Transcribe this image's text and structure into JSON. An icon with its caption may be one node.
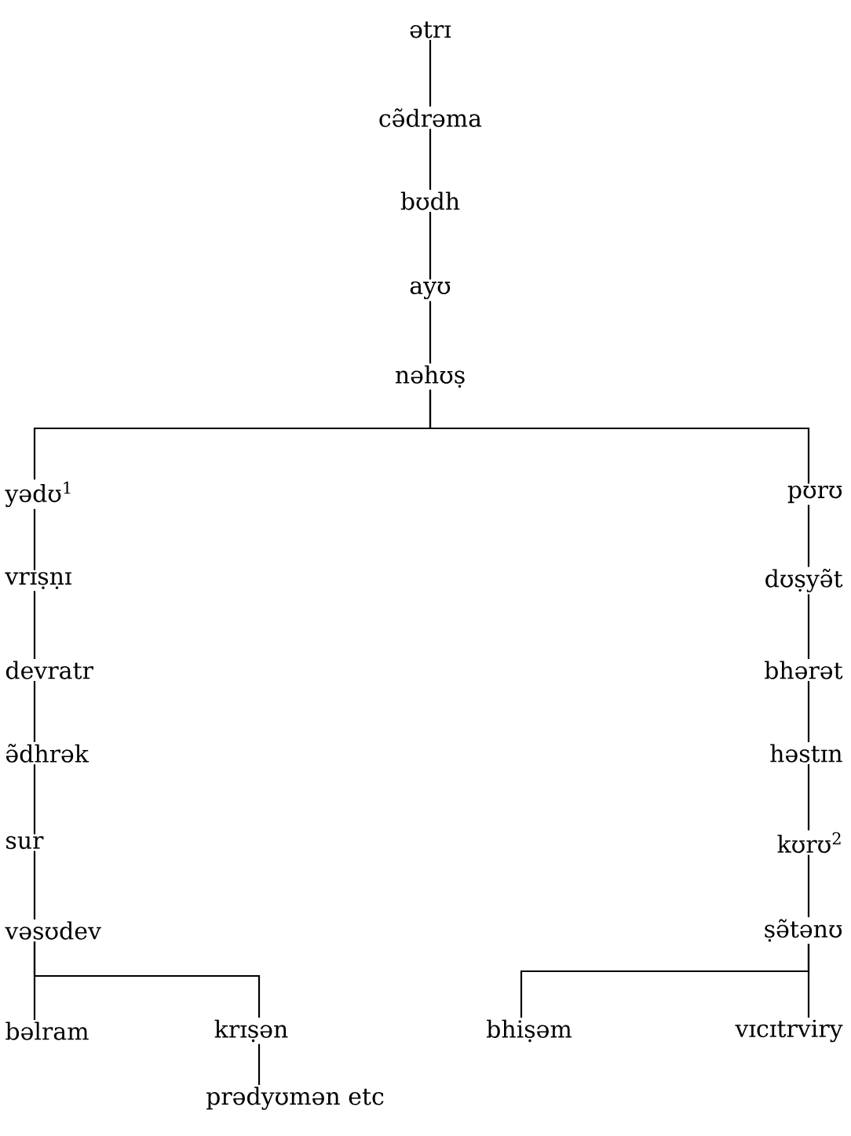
{
  "diagram": {
    "nodes": [
      {
        "text": [
          "ətrɪ"
        ]
      },
      {
        "text": [
          "cə̃drəma"
        ]
      },
      {
        "text": [
          "bʊdh"
        ]
      },
      {
        "text": [
          "ayʊ"
        ]
      },
      {
        "text": [
          "nəhʊṣ"
        ]
      },
      {
        "text": [
          "yədʊ$^{1}$"
        ]
      },
      {
        "text": [
          "vrɪṣṇɪ"
        ]
      },
      {
        "text": [
          "devratr"
        ]
      },
      {
        "text": [
          "ə̃dhrək"
        ]
      },
      {
        "text": [
          "sur"
        ]
      },
      {
        "text": [
          "vəsʊdev"
        ]
      },
      {
        "text": [
          "bəlram"
        ]
      },
      {
        "text": [
          "krɪṣən"
        ]
      },
      {
        "text": [
          "prədyʊmən etc"
        ]
      },
      {
        "text": [
          "pʊrʊ"
        ]
      },
      {
        "text": [
          "dʊṣyə̃t"
        ]
      },
      {
        "text": [
          "bhərət"
        ]
      },
      {
        "text": [
          "həstɪn"
        ]
      },
      {
        "text": [
          "kʊrʊ$^{2}$"
        ]
      },
      {
        "text": [
          "ṣə̃tənʊ"
        ]
      },
      {
        "text": [
          "bhiṣəm"
        ]
      },
      {
        "text": [
          "vɪcɪtrviry"
        ]
      }
    ],
    "edges": [
      {
        "from": 0,
        "to": 1,
        "arrow": "none"
      },
      {
        "from": 1,
        "to": 2,
        "arrow": "none"
      },
      {
        "from": 2,
        "to": 3,
        "arrow": "none"
      },
      {
        "from": 3,
        "to": 4,
        "arrow": "none"
      },
      {
        "from": 4,
        "to": 5,
        "arrow": "none"
      },
      {
        "from": 4,
        "to": 14,
        "arrow": "none"
      },
      {
        "from": 5,
        "to": 6,
        "arrow": "none"
      },
      {
        "from": 6,
        "to": 7,
        "arrow": "none"
      },
      {
        "from": 7,
        "to": 8,
        "arrow": "none"
      },
      {
        "from": 8,
        "to": 9,
        "arrow": "none"
      },
      {
        "from": 9,
        "to": 10,
        "arrow": "none"
      },
      {
        "from": 10,
        "to": 11,
        "arrow": "none"
      },
      {
        "from": 10,
        "to": 12,
        "arrow": "none"
      },
      {
        "from": 12,
        "to": 13,
        "arrow": "none"
      },
      {
        "from": 14,
        "to": 15,
        "arrow": "none"
      },
      {
        "from": 15,
        "to": 16,
        "arrow": "none"
      },
      {
        "from": 16,
        "to": 17,
        "arrow": "none"
      },
      {
        "from": 17,
        "to": 18,
        "arrow": "none"
      },
      {
        "from": 18,
        "to": 19,
        "arrow": "none"
      },
      {
        "from": 19,
        "to": 20,
        "arrow": "none"
      },
      {
        "from": 19,
        "to": 21,
        "arrow": "none"
      }
    ]
  }
}
